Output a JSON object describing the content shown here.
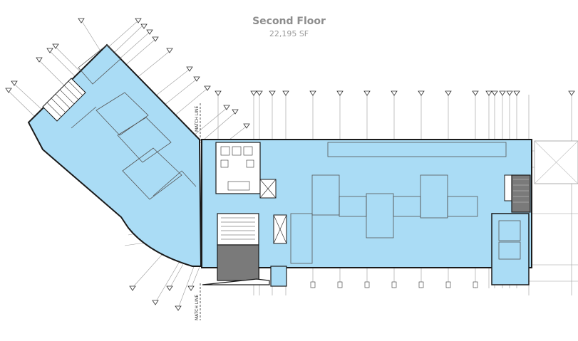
{
  "title": "Second Floor",
  "area": "22,195 SF",
  "match_line_label": "MATCH LINE",
  "colors": {
    "floor_fill": "#aadcf5",
    "wall": "#1a1a1a",
    "grid_line": "#9a9a9a",
    "core_fill": "#7a7a7a",
    "title_text": "#8d8d8d"
  }
}
